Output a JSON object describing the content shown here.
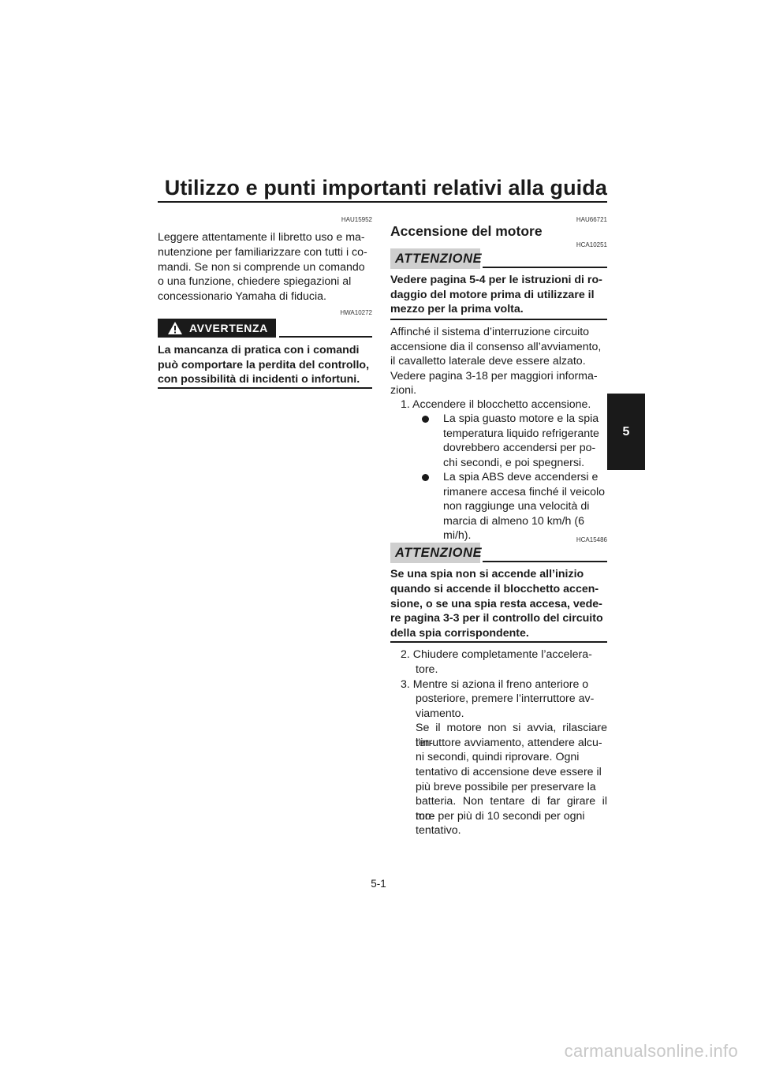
{
  "header": {
    "title": "Utilizzo e punti importanti relativi alla guida"
  },
  "left": {
    "code1": "HAU15952",
    "intro_lines": [
      "Leggere attentamente il libretto uso e ma-",
      "nutenzione per familiarizzare con tutti i co-",
      "mandi. Se non si comprende un comando",
      "o una funzione, chiedere spiegazioni al",
      "concessionario Yamaha di fiducia."
    ],
    "code2": "HWA10272",
    "warning_label": "AVVERTENZA",
    "warning_lines": [
      "La mancanza di pratica con i comandi",
      "può comportare la perdita del controllo,",
      "con possibilità di incidenti o infortuni."
    ]
  },
  "right": {
    "code1": "HAU66721",
    "heading": "Accensione del motore",
    "code2": "HCA10251",
    "caution1_label": "ATTENZIONE",
    "caution1_lines": [
      "Vedere pagina 5-4 per le istruzioni di ro-",
      "daggio del motore prima di utilizzare il",
      "mezzo per la prima volta."
    ],
    "para_lines": [
      "Affinché il sistema d’interruzione circuito",
      "accensione dia il consenso all’avviamento,",
      "il cavalletto laterale deve essere alzato.",
      "Vedere pagina 3-18 per maggiori informa-",
      "zioni."
    ],
    "step1": "1. Accendere il blocchetto accensione.",
    "bullet1_lines": [
      "La spia guasto motore e la spia",
      "temperatura liquido refrigerante",
      "dovrebbero accendersi per po-",
      "chi secondi, e poi spegnersi."
    ],
    "bullet2_lines": [
      "La spia ABS deve accendersi e",
      "rimanere accesa finché il veicolo",
      "non raggiunge una velocità di",
      "marcia di almeno 10 km/h (6",
      "mi/h)."
    ],
    "code3": "HCA15486",
    "caution2_label": "ATTENZIONE",
    "caution2_lines": [
      "Se una spia non si accende all’inizio",
      "quando si accende il blocchetto accen-",
      "sione, o se una spia resta accesa, vede-",
      "re pagina 3-3 per il controllo del circuito",
      "della spia corrispondente."
    ],
    "step2_lines": [
      "2. Chiudere completamente l’accelera-",
      "tore."
    ],
    "step3_lines": [
      "3. Mentre si aziona il freno anteriore o",
      "posteriore, premere l’interruttore av-",
      "viamento.",
      "Se il motore non si avvia, rilasciare l’in-",
      "terruttore avviamento, attendere alcu-",
      "ni secondi, quindi riprovare. Ogni",
      "tentativo di accensione deve essere il",
      "più breve possibile per preservare la",
      "batteria. Non tentare di far girare il mo-",
      "tore per più di 10 secondi per ogni",
      "tentativo."
    ]
  },
  "chapter_tab": "5",
  "page_number": "5-1",
  "watermark": "carmanualsonline.info"
}
